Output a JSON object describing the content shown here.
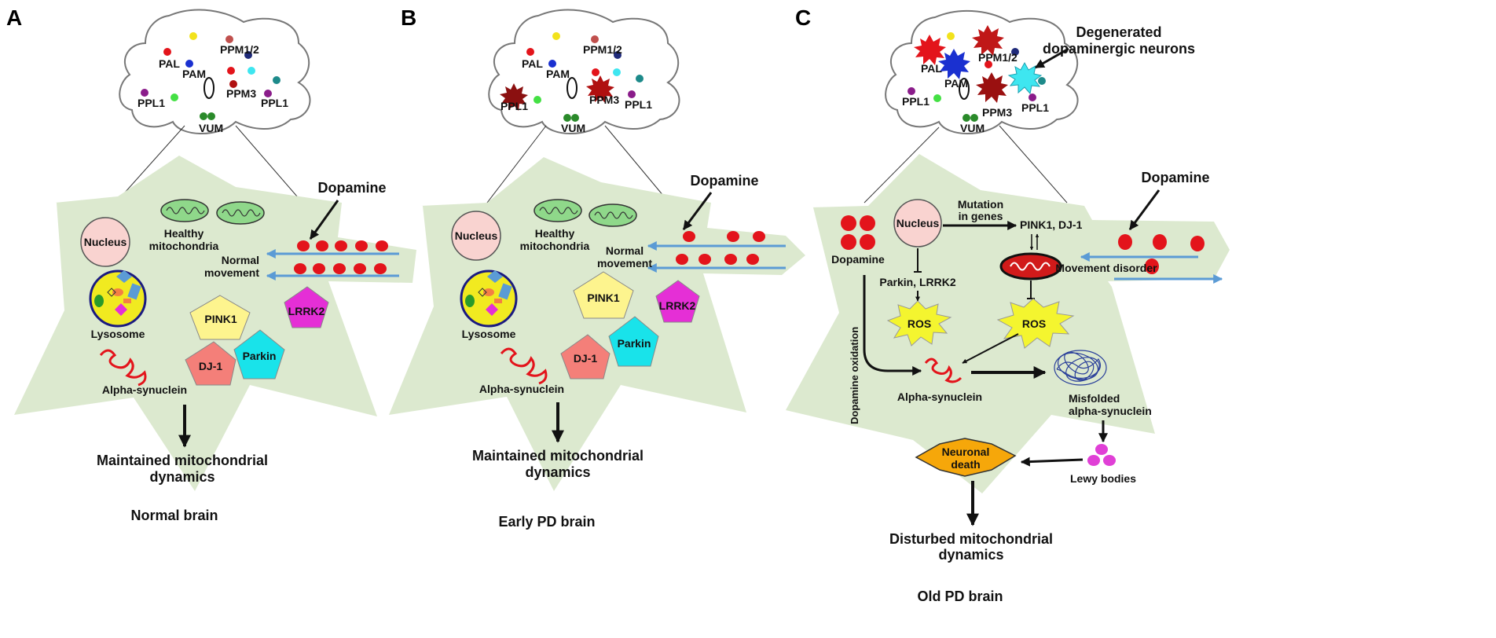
{
  "panels": [
    {
      "letter": "A",
      "caption": "Normal brain",
      "outcome_line1": "Maintained mitochondrial",
      "outcome_line2": "dynamics",
      "brain": {
        "pal": "PAL",
        "pam": "PAM",
        "ppm12": "PPM1/2",
        "ppm3": "PPM3",
        "ppl1_left": "PPL1",
        "ppl1_right": "PPL1",
        "vum": "VUM"
      },
      "nucleus": "Nucleus",
      "mito_line1": "Healthy",
      "mito_line2": "mitochondria",
      "lysosome": "Lysosome",
      "pink1": "PINK1",
      "lrrk2": "LRRK2",
      "dj1": "DJ-1",
      "parkin": "Parkin",
      "alpha": "Alpha-synuclein",
      "dopamine": "Dopamine",
      "movement_line1": "Normal",
      "movement_line2": "movement"
    },
    {
      "letter": "B",
      "caption": "Early PD brain",
      "outcome_line1": "Maintained mitochondrial",
      "outcome_line2": "dynamics",
      "brain": {
        "pal": "PAL",
        "pam": "PAM",
        "ppm12": "PPM1/2",
        "ppm3": "PPM3",
        "ppl1_left": "PPL1",
        "ppl1_right": "PPL1",
        "vum": "VUM"
      },
      "nucleus": "Nucleus",
      "mito_line1": "Healthy",
      "mito_line2": "mitochondria",
      "lysosome": "Lysosome",
      "pink1": "PINK1",
      "lrrk2": "LRRK2",
      "dj1": "DJ-1",
      "parkin": "Parkin",
      "alpha": "Alpha-synuclein",
      "dopamine": "Dopamine",
      "movement_line1": "Normal",
      "movement_line2": "movement"
    },
    {
      "letter": "C",
      "caption": "Old  PD brain",
      "outcome_line1": "Disturbed mitochondrial",
      "outcome_line2": "dynamics",
      "brain": {
        "pal": "PAL",
        "pam": "PAM",
        "ppm12": "PPM1/2",
        "ppm3": "PPM3",
        "ppl1_left": "PPL1",
        "ppl1_right": "PPL1",
        "vum": "VUM"
      },
      "degen_line1": "Degenerated",
      "degen_line2": "dopaminergic neurons",
      "nucleus": "Nucleus",
      "dopamine_left": "Dopamine",
      "mutation_line1": "Mutation",
      "mutation_line2": "in genes",
      "pink1_dj1": "PINK1, DJ-1",
      "parkin_lrrk2": "Parkin, LRRK2",
      "ros": "ROS",
      "dopamine_oxidation": "Dopamine oxidation",
      "alpha": "Alpha-synuclein",
      "misfolded_line1": "Misfolded",
      "misfolded_line2": "alpha-synuclein",
      "lewy": "Lewy bodies",
      "death_line1": "Neuronal",
      "death_line2": "death",
      "dopamine": "Dopamine",
      "movement": "Movement disorder"
    }
  ],
  "colors": {
    "cell_fill": "#dce9cf",
    "nucleus_fill": "#f9d3d0",
    "mito_fill": "#8fd88a",
    "pink1_fill": "#fdf48e",
    "lrrk2_fill": "#e52fd6",
    "dj1_fill": "#f47f79",
    "parkin_fill": "#19e3ea",
    "lysosome_fill": "#f1ea20",
    "dopamine_dot": "#e3141b",
    "arrow_blue": "#5b9bd5",
    "ros_fill": "#f4f52f",
    "death_fill": "#f6a70a",
    "lewy_fill": "#e040d6",
    "misfold_stroke": "#2a3f9a"
  }
}
